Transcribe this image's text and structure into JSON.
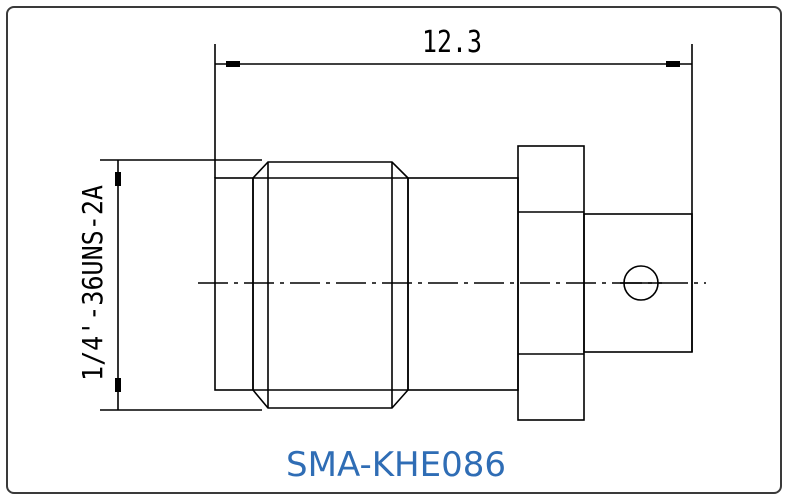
{
  "drawing": {
    "part_number": "SMA-KHE086",
    "dimensions": {
      "overall_length": "12.3",
      "thread_spec": "1/4'-36UNS-2A"
    }
  },
  "colors": {
    "line": "#000000",
    "frame": "#3a3a3a",
    "accent": "#2f6db5"
  }
}
